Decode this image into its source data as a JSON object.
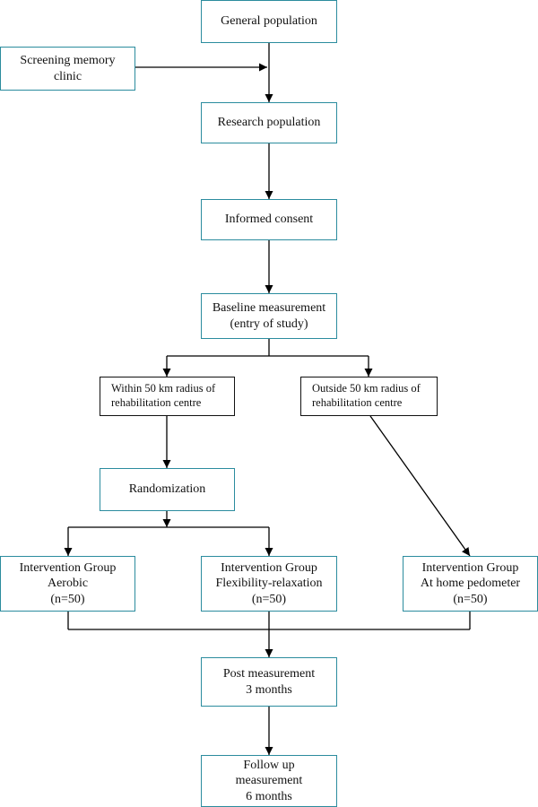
{
  "boxes": {
    "general_population": "General population",
    "screening_memory_clinic": [
      "Screening memory",
      "clinic"
    ],
    "research_population": "Research population",
    "informed_consent": "Informed consent",
    "baseline_measurement": [
      "Baseline measurement",
      "(entry of study)"
    ],
    "within_radius": [
      "Within 50 km radius of",
      "rehabilitation centre"
    ],
    "outside_radius": [
      "Outside 50 km radius of",
      "rehabilitation centre"
    ],
    "randomization": "Randomization",
    "group_aerobic": [
      "Intervention Group",
      "Aerobic",
      "(n=50)"
    ],
    "group_flexibility": [
      "Intervention Group",
      "Flexibility-relaxation",
      "(n=50)"
    ],
    "group_pedometer": [
      "Intervention Group",
      "At home pedometer",
      "(n=50)"
    ],
    "post_measurement": [
      "Post measurement",
      "3 months"
    ],
    "follow_up": [
      "Follow up",
      "measurement",
      "6 months"
    ]
  },
  "colors": {
    "box_border": "#2b8c9e",
    "secondary_border": "#111111",
    "connector": "#000000"
  }
}
